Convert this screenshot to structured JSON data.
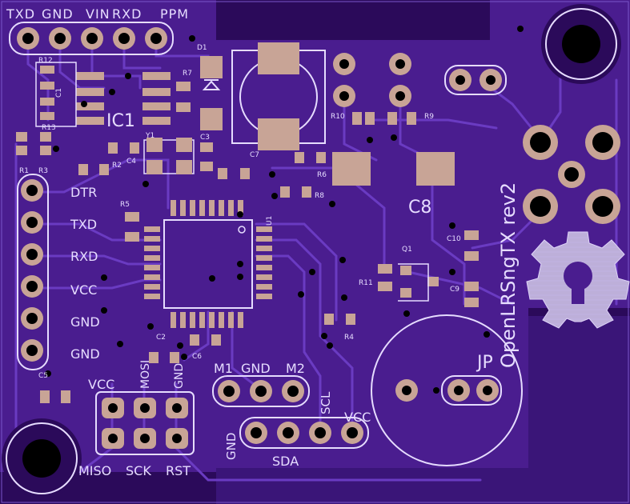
{
  "board": {
    "title": "OpenLRSngTX rev2",
    "colors": {
      "substrate": "#2b0a5a",
      "copper_plane": "#4a1d8f",
      "trace": "#6a3bc2",
      "silkscreen": "#e6dcff",
      "pad": "#c8a496",
      "drill": "#000000"
    }
  },
  "labels": {
    "header_top": [
      "TXD",
      "GND",
      "VIN",
      "RXD",
      "PPM"
    ],
    "header_left": [
      "DTR",
      "TXD",
      "RXD",
      "VCC",
      "GND",
      "GND"
    ],
    "isp_top": [
      "VCC",
      "MOSI",
      "GND"
    ],
    "isp_bottom": [
      "MISO",
      "SCK",
      "RST"
    ],
    "motor": [
      "M1",
      "GND",
      "M2"
    ],
    "i2c": [
      "GND",
      "SDA",
      "SCL",
      "VCC"
    ],
    "ic1": "IC1",
    "c8": "C8",
    "jp": "JP",
    "refs": {
      "r12": "R12",
      "r13": "R13",
      "c1": "C1",
      "r1": "R1",
      "r3": "R3",
      "r2": "R2",
      "c4": "C4",
      "y1": "Y1",
      "r7": "R7",
      "d1": "D1",
      "c3": "C3",
      "c7": "C7",
      "r10": "R10",
      "r9": "R9",
      "r6": "R6",
      "r8": "R8",
      "r5": "R5",
      "u1": "U1",
      "c2": "C2",
      "c6": "C6",
      "r4": "R4",
      "r11": "R11",
      "q1": "Q1",
      "c10": "C10",
      "c9": "C9",
      "c5": "C5"
    }
  }
}
